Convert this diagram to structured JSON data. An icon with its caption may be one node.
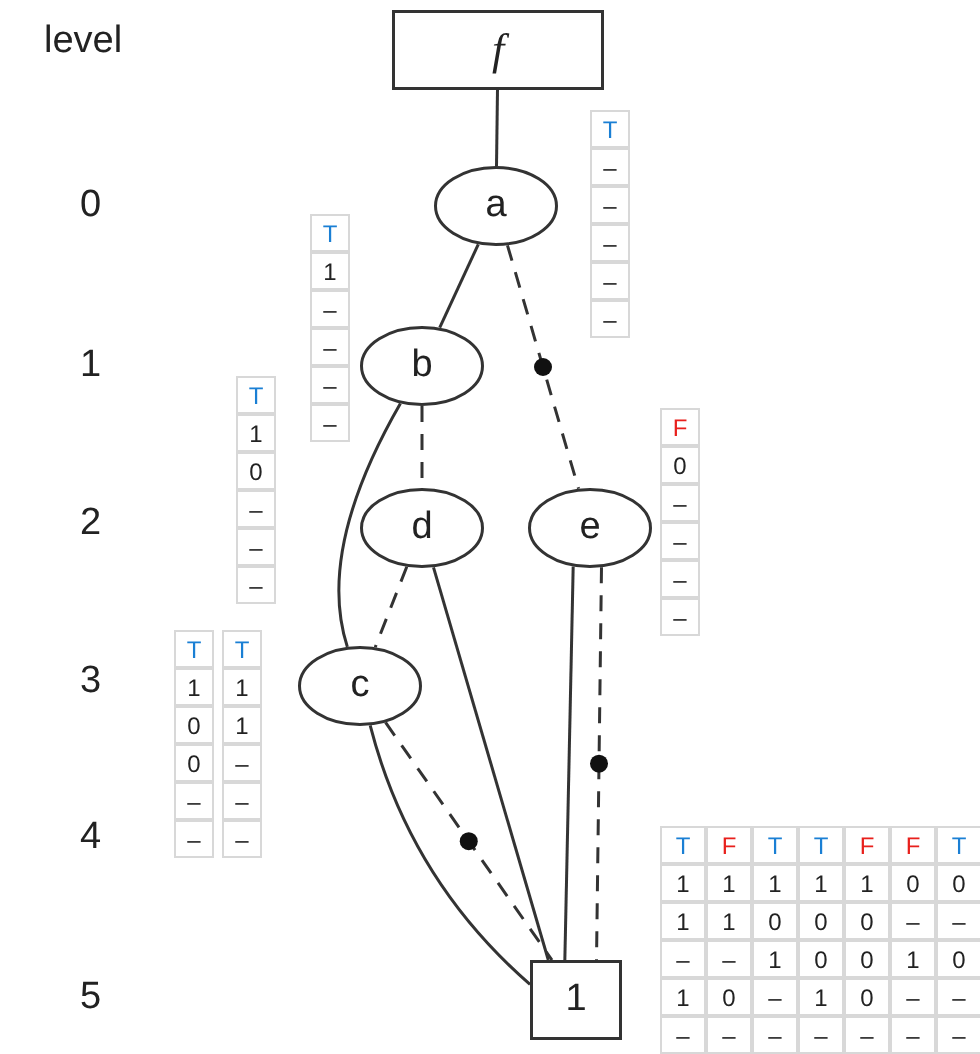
{
  "diagram": {
    "nodes": [
      {
        "text": [
          "f"
        ]
      },
      {
        "text": [
          "a"
        ]
      },
      {
        "text": [
          "b"
        ]
      },
      {
        "text": [
          "d"
        ]
      },
      {
        "text": [
          "e"
        ]
      },
      {
        "text": [
          "c"
        ]
      },
      {
        "text": [
          "1"
        ]
      }
    ],
    "edges": [
      {
        "from": 0,
        "to": 1,
        "arrow": "none"
      },
      {
        "from": 1,
        "to": 2,
        "arrow": "none"
      },
      {
        "from": 1,
        "to": 4,
        "arrow": "none",
        "style": "dashed"
      },
      {
        "from": 2,
        "to": 3,
        "arrow": "none",
        "style": "dashed"
      },
      {
        "from": 2,
        "to": 5,
        "arrow": "none"
      },
      {
        "from": 3,
        "to": 5,
        "arrow": "none",
        "style": "dashed"
      },
      {
        "from": 3,
        "to": 6,
        "arrow": "none"
      },
      {
        "from": 4,
        "to": 6,
        "arrow": "none"
      },
      {
        "from": 4,
        "to": 6,
        "arrow": "none",
        "style": "dashed"
      },
      {
        "from": 5,
        "to": 6,
        "arrow": "none"
      },
      {
        "from": 5,
        "to": 6,
        "arrow": "none",
        "style": "dashed"
      }
    ],
    "labels": [
      "level",
      "0",
      "1",
      "2",
      "3",
      "4",
      "5",
      "T",
      "–",
      "–",
      "–",
      "–",
      "–",
      "T",
      "1",
      "–",
      "–",
      "–",
      "–",
      "T",
      "1",
      "0",
      "–",
      "–",
      "–",
      "F",
      "0",
      "–",
      "–",
      "–",
      "–",
      "T",
      "T",
      "1",
      "1",
      "0",
      "1",
      "0",
      "–",
      "–",
      "–",
      "–",
      "–",
      "T",
      "F",
      "T",
      "T",
      "F",
      "F",
      "T",
      "1",
      "1",
      "1",
      "1",
      "1",
      "0",
      "0",
      "1",
      "1",
      "0",
      "0",
      "0",
      "–",
      "–",
      "–",
      "–",
      "1",
      "0",
      "0",
      "1",
      "0",
      "1",
      "0",
      "–",
      "1",
      "0",
      "–",
      "–",
      "–",
      "–",
      "–",
      "–",
      "–",
      "–",
      "–"
    ]
  }
}
